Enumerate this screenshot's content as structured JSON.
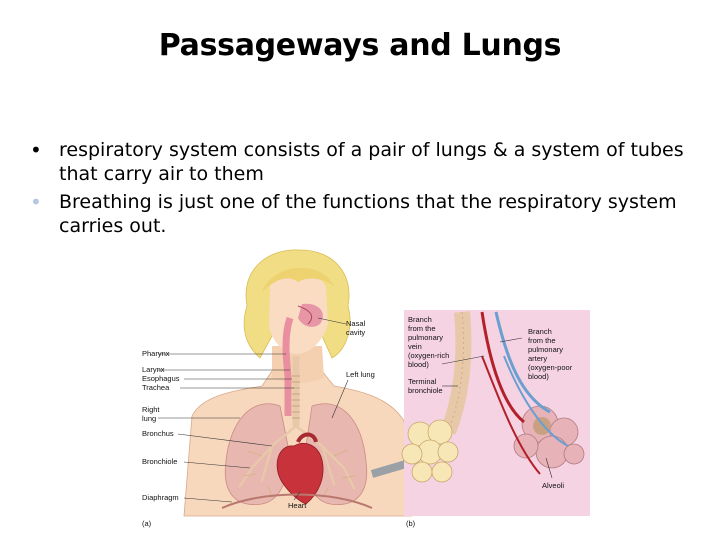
{
  "slide": {
    "title": "Passageways and Lungs",
    "bullets": [
      {
        "text": "respiratory system consists of a pair of lungs & a system of tubes that carry  air to them",
        "marker": "•"
      },
      {
        "text": "Breathing is just one of the functions that the respiratory system carries out.",
        "marker": "•"
      }
    ]
  },
  "figure": {
    "panel_a": {
      "tag": "(a)",
      "labels": {
        "nasal_cavity_1": "Nasal",
        "nasal_cavity_2": "cavity",
        "pharynx": "Pharynx",
        "larynx": "Larynx",
        "esophagus": "Esophagus",
        "trachea": "Trachea",
        "left_lung": "Left lung",
        "right_lung_1": "Right",
        "right_lung_2": "lung",
        "bronchus": "Bronchus",
        "bronchiole": "Bronchiole",
        "diaphragm": "Diaphragm",
        "heart": "Heart"
      }
    },
    "panel_b": {
      "tag": "(b)",
      "labels": {
        "branch_vein": [
          "Branch",
          "from the",
          "pulmonary",
          "vein",
          "(oxygen-rich",
          "blood)"
        ],
        "branch_artery": [
          "Branch",
          "from the",
          "pulmonary",
          "artery",
          "(oxygen-poor",
          "blood)"
        ],
        "terminal_bronchiole": [
          "Terminal",
          "bronchiole"
        ],
        "alveoli": "Alveoli"
      }
    },
    "colors": {
      "skin": "#f7d8bc",
      "hair": "#f1dd84",
      "lung": "#e8b7b0",
      "heart": "#c8323a",
      "airway": "#e7c9a9",
      "vein": "#b3202a",
      "artery": "#6a9fd0",
      "alveoli_bg": "#f6d3e3"
    }
  }
}
